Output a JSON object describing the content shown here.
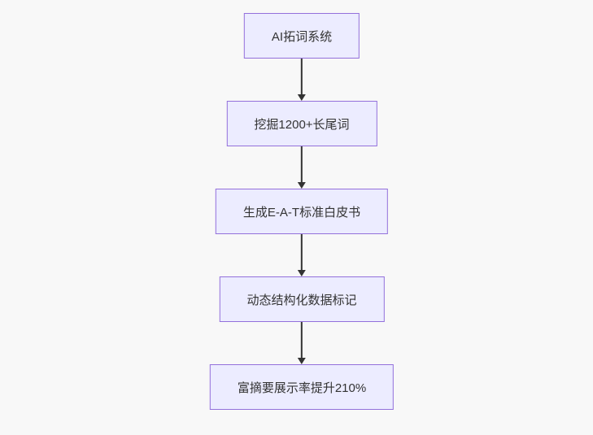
{
  "page": {
    "background_color": "#f8f8f8"
  },
  "flowchart": {
    "type": "vertical-flowchart",
    "direction": "top-down",
    "nodes": [
      {
        "label": "AI拓词系统"
      },
      {
        "label": "挖掘1200+长尾词"
      },
      {
        "label": "生成E-A-T标准白皮书"
      },
      {
        "label": "动态结构化数据标记"
      },
      {
        "label": "富摘要展示率提升210%"
      }
    ],
    "edges": [
      {
        "from": "AI拓词系统",
        "to": "挖掘1200+长尾词"
      },
      {
        "from": "挖掘1200+长尾词",
        "to": "生成E-A-T标准白皮书"
      },
      {
        "from": "生成E-A-T标准白皮书",
        "to": "动态结构化数据标记"
      },
      {
        "from": "动态结构化数据标记",
        "to": "富摘要展示率提升210%"
      }
    ],
    "colors": {
      "node_fill": "#ECECFF",
      "node_border": "#9370DB",
      "text": "#333333",
      "arrow": "#333333"
    }
  }
}
